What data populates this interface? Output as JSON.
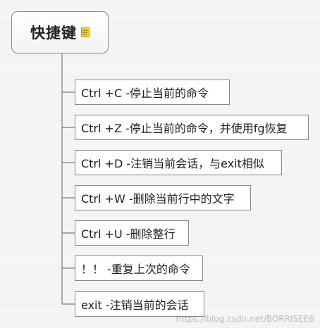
{
  "root": {
    "title": "快捷键"
  },
  "nodes": [
    "Ctrl +C -停止当前的命令",
    "Ctrl +Z -停止当前的命令，并使用fg恢复",
    "Ctrl +D -注销当前会话，与exit相似",
    "Ctrl +W -删除当前行中的文字",
    "Ctrl +U -删除整行",
    "！！ -重复上次的命令",
    "exit -注销当前的会话"
  ],
  "watermark": "https://blog.csdn.net/BORRISEE6",
  "colors": {
    "line": "#7a7a7a",
    "node_border": "#888888",
    "note_icon": "#e8c21a"
  },
  "icons": {
    "root_note": "note-icon"
  }
}
